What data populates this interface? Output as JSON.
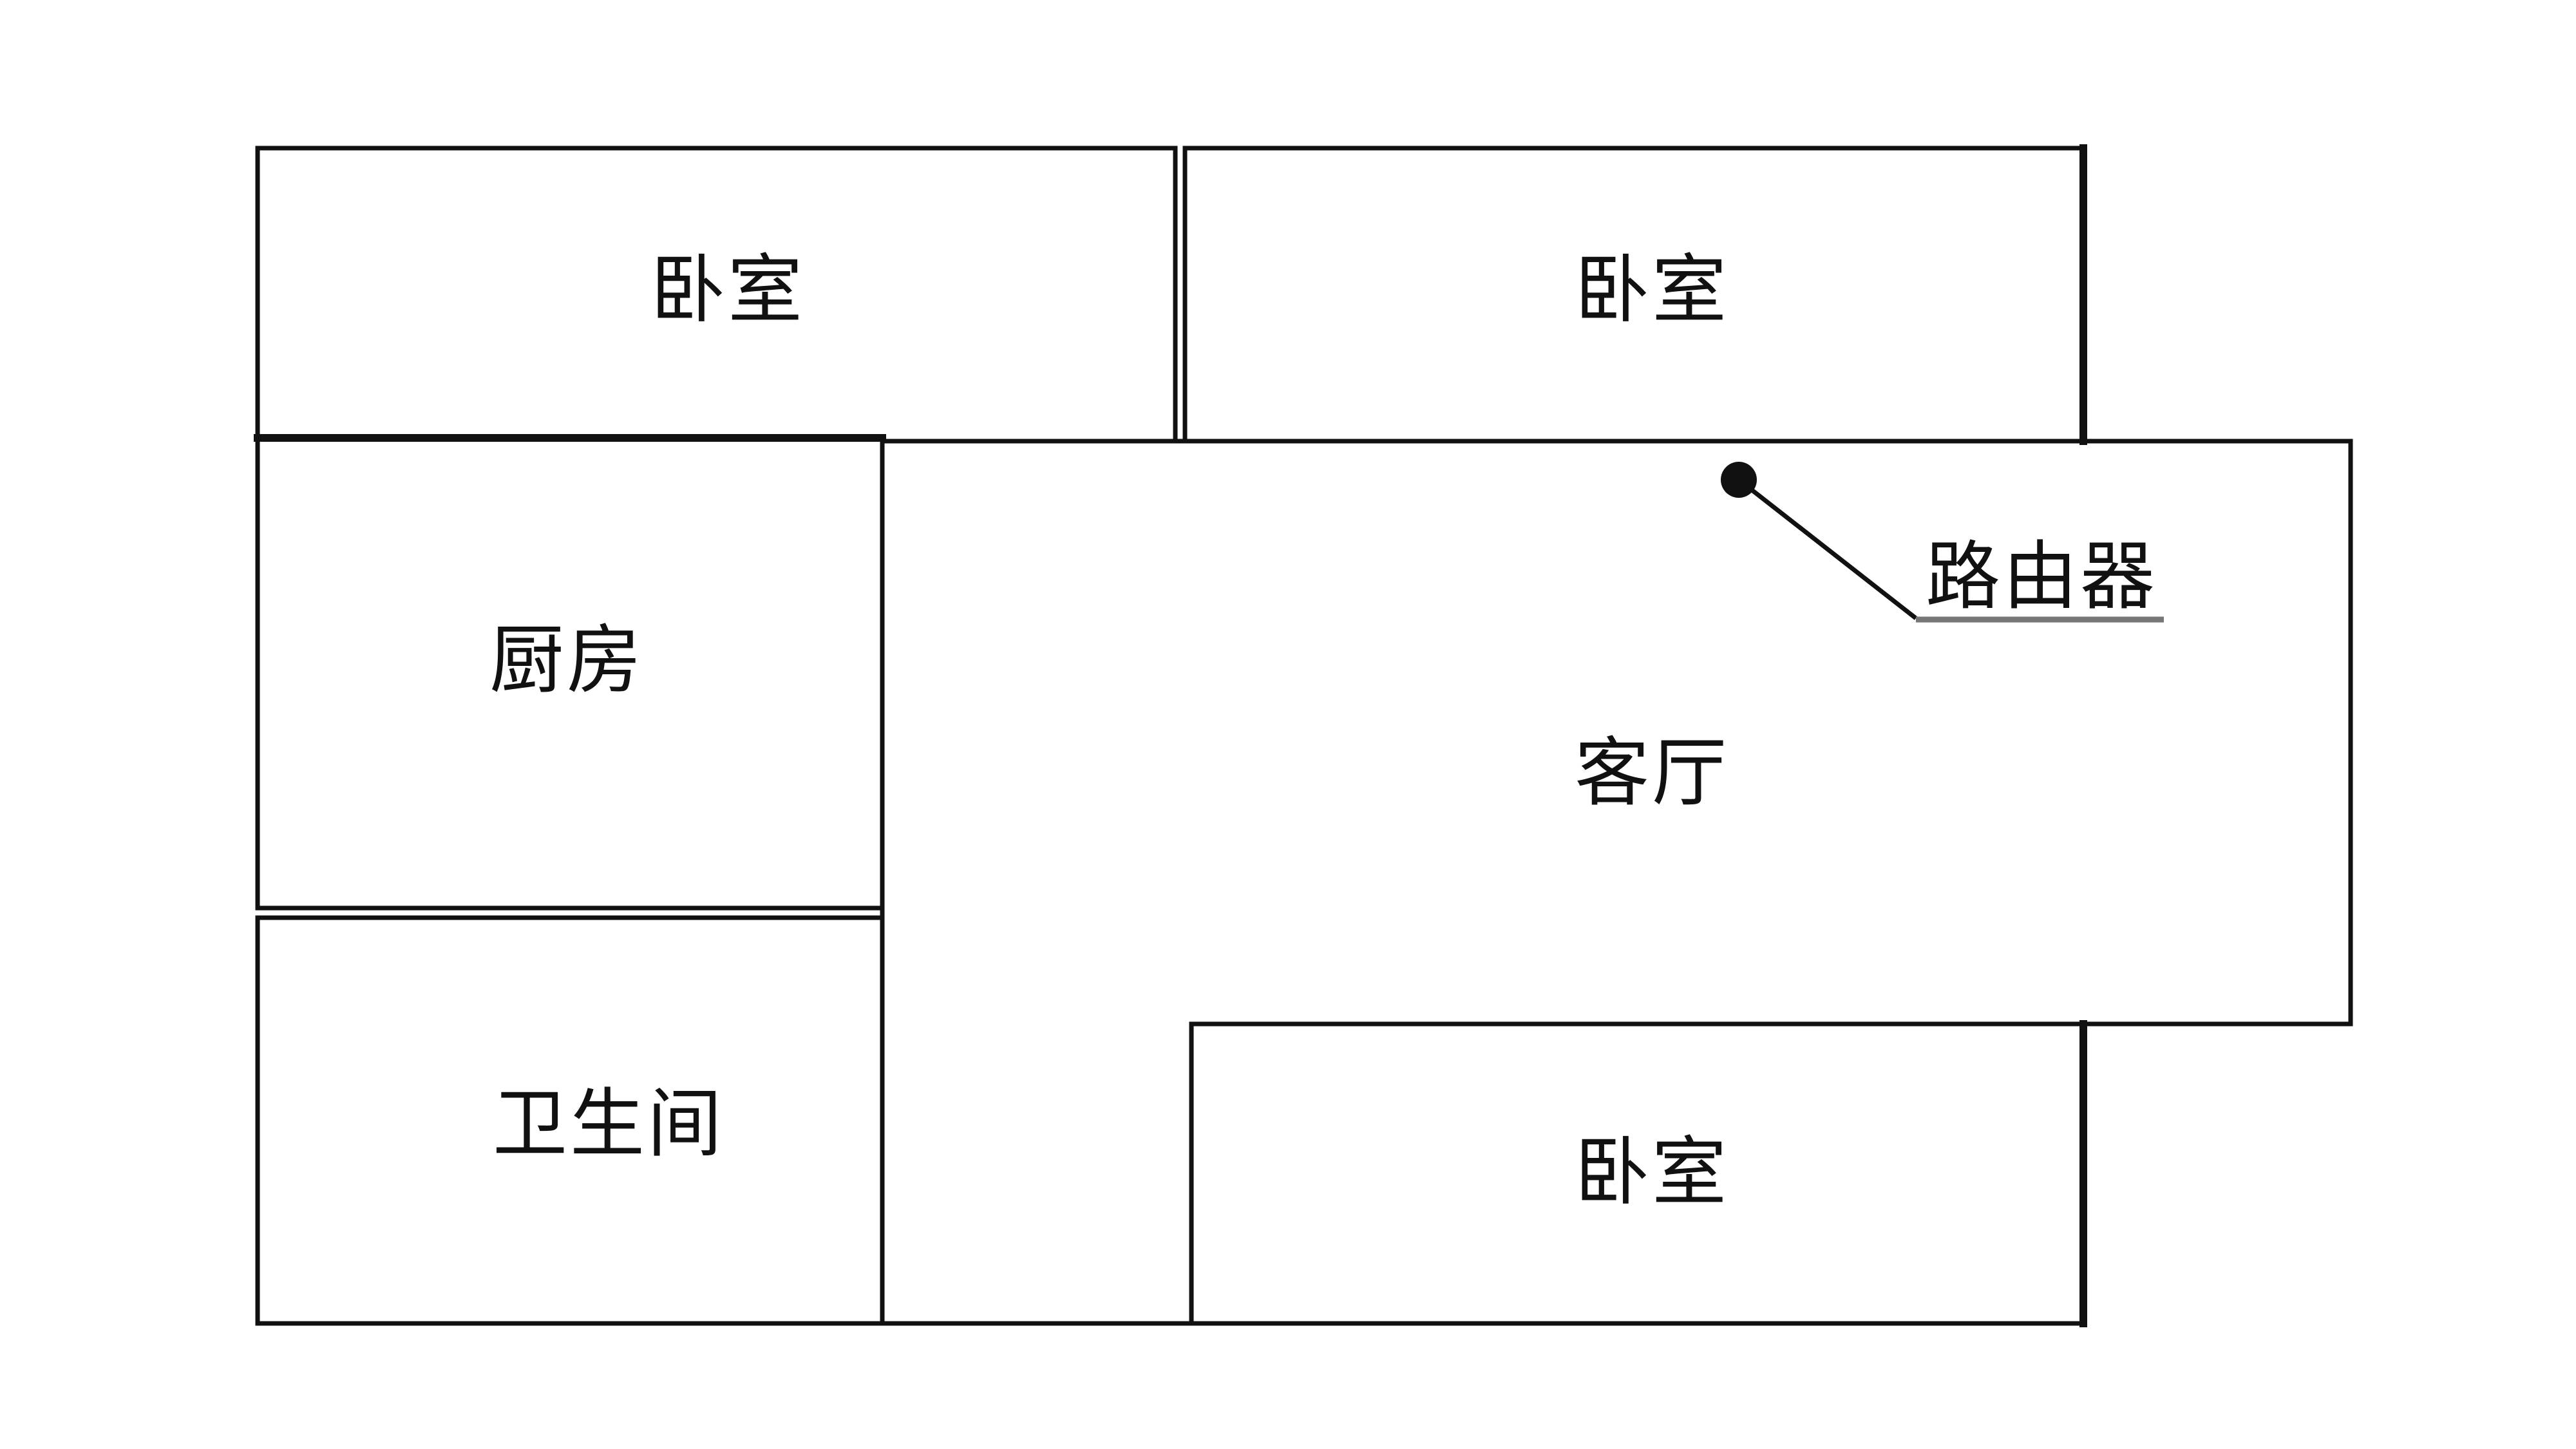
{
  "rooms": {
    "bedroom_top_left": "卧室",
    "bedroom_top_right": "卧室",
    "bedroom_bottom": "卧室",
    "kitchen": "厨房",
    "bathroom": "卫生间",
    "living_room": "客厅"
  },
  "router": {
    "label": "路由器"
  }
}
